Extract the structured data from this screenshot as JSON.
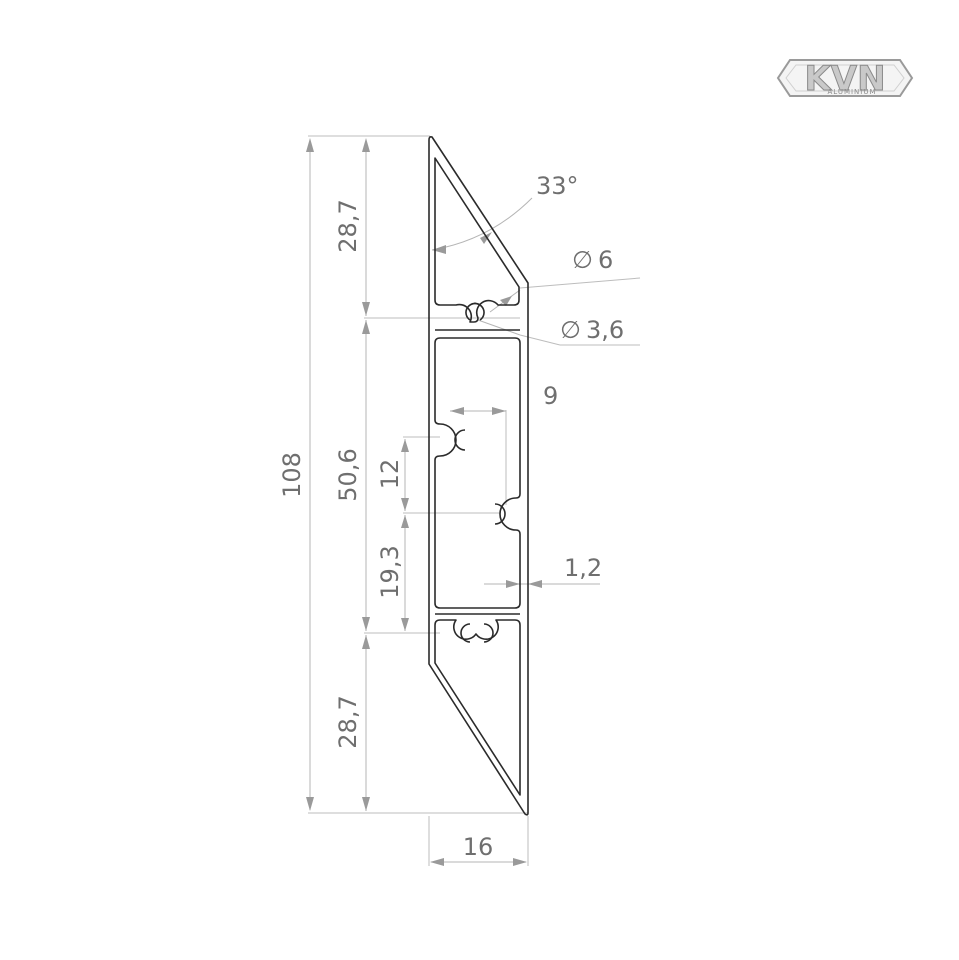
{
  "logo": {
    "brand": "KVN",
    "sub": "ALUMINIUM"
  },
  "dimensions": {
    "overall_height": "108",
    "top_section": "28,7",
    "middle_section": "50,6",
    "bottom_section": "28,7",
    "angle": "33°",
    "diameter_outer": "6",
    "diameter_inner": "3,6",
    "groove_offset": "9",
    "groove_spacing": "12",
    "groove_to_bottom": "19,3",
    "wall_thickness": "1,2",
    "width": "16"
  },
  "symbols": {
    "diameter": "∅"
  },
  "colors": {
    "profile_line": "#2b2b2b",
    "dimension_line": "#b5b5b5",
    "text": "#6f6f6f"
  }
}
